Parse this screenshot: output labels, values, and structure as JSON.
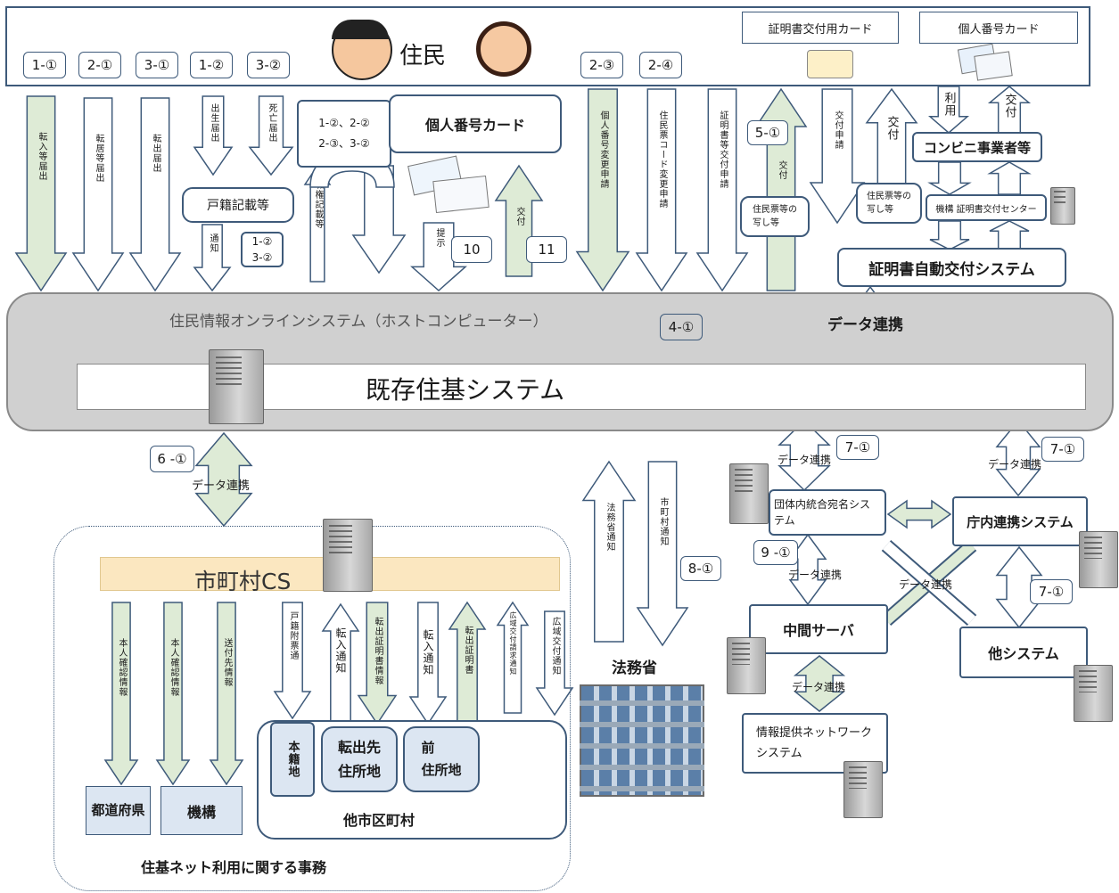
{
  "resident": {
    "title": "住民"
  },
  "tags": {
    "t1_1": "1-①",
    "t2_1": "2-①",
    "t3_1": "3-①",
    "t1_2": "1-②",
    "t3_2": "3-②",
    "t2_3": "2-③",
    "t2_4": "2-④",
    "t5_1": "5-①",
    "t4_1": "4-①",
    "t6_1": "6 -①",
    "t7_1a": "7-①",
    "t7_1b": "7-①",
    "t7_1c": "7-①",
    "t8_1": "8-①",
    "t9_1": "9 -①",
    "t10": "10",
    "t11": "11",
    "t12_note": "1-②\n3-②"
  },
  "cards": {
    "cert_card": "証明書交付用カード",
    "mynumber_card": "個人番号カード"
  },
  "top_arrows": {
    "a1": "転入等届出",
    "a2": "転居等届出",
    "a3": "転出届出",
    "a4": "出生届出",
    "a5": "死亡届出",
    "a6": "職権記載等",
    "a7": "提示",
    "a8": "交付",
    "a9": "個人番号変更申請",
    "a10": "住民票コード変更申請",
    "a11": "証明書等交付申請",
    "a12": "交付",
    "a13": "交付申請",
    "a14": "交付",
    "a15": "利用",
    "a16": "交付",
    "a17": "通知"
  },
  "boxes": {
    "note_multi": "1-②、2-②\n2-③、3-②",
    "mynumber": "個人番号カード",
    "koseki": "戸籍記載等",
    "copies1": "住民票等の\n写し等",
    "copies2": "住民票等の\n写し等",
    "konbini": "コンビニ事業者等",
    "kiko_center": "機構 証明書交付センター",
    "auto_system": "証明書自動交付システム"
  },
  "host": {
    "title": "住民情報オンラインシステム（ホストコンピューター）",
    "inner": "既存住基システム",
    "link": "データ連携"
  },
  "links": {
    "l6": "データ連携",
    "l7a": "データ連携",
    "l7b": "データ連携",
    "l9": "データ連携",
    "l_cross": "データ連携",
    "l_mid": "データ連携"
  },
  "right": {
    "atena": "団体内統合宛名システム",
    "chonai": "庁内連携システム",
    "middle": "中間サーバ",
    "other": "他システム",
    "joho": "情報提供ネットワーク\nシステム"
  },
  "moj": {
    "title": "法務省",
    "down_arrow": "市町村通知",
    "up_arrow": "法務省通知"
  },
  "cs": {
    "title": "市町村CS",
    "a_pref": "本人確認情報",
    "a_kiko": "本人確認情報",
    "a_send": "送付先情報",
    "a_honseki": "戸籍附票通",
    "a_ten_in": "転入通知",
    "a_cert_info": "転出証明書情報",
    "a_ten_in2": "転入通知",
    "a_ten_cert": "転出証明書",
    "a_wide_req": "広域交付請求通知",
    "a_wide_notice": "広域交付通知",
    "pref": "都道府県",
    "kiko": "機構",
    "honseki": "本籍地",
    "tenshutsu": "転出先\n住所地",
    "mae": "前\n住所地",
    "other_city": "他市区町村",
    "footer": "住基ネット利用に関する事務"
  },
  "colors": {
    "arrow_fill": "#deebd6",
    "arrow_stroke": "#3e5a7a",
    "panel": "#d0d0d0",
    "cs_bar": "#fbe7c0",
    "local_box": "#dce6f2"
  }
}
